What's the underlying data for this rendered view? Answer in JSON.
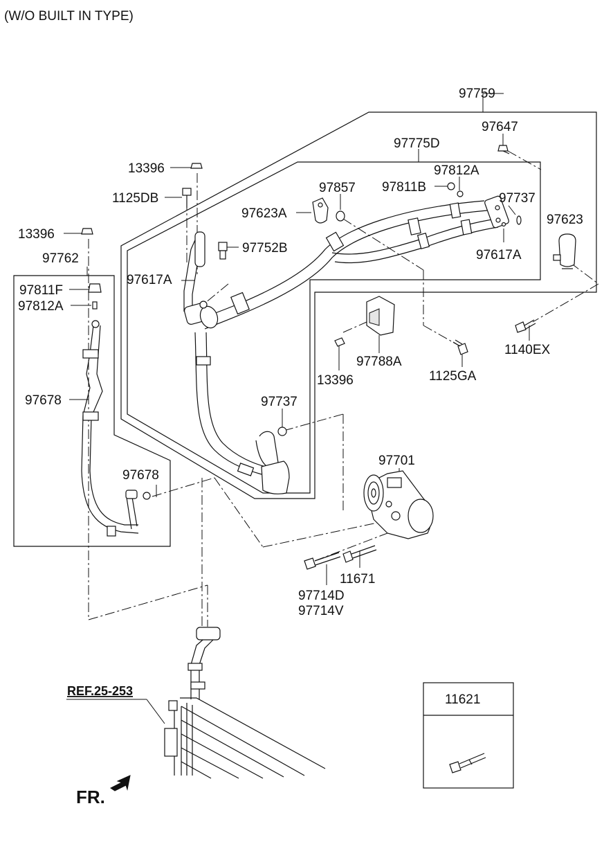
{
  "header": {
    "title": "(W/O BUILT IN TYPE)"
  },
  "labels": {
    "p97759": "97759",
    "p97647": "97647",
    "p97775D": "97775D",
    "p97812A_top": "97812A",
    "p13396_top": "13396",
    "p97857": "97857",
    "p97811B": "97811B",
    "p97737_top": "97737",
    "p1125DB": "1125DB",
    "p97623A": "97623A",
    "p97623": "97623",
    "p13396_left": "13396",
    "p97752B": "97752B",
    "p97617A_right": "97617A",
    "p97762": "97762",
    "p97617A_left": "97617A",
    "p97811F": "97811F",
    "p97812A_left": "97812A",
    "p1140EX": "1140EX",
    "p13396_mid": "13396",
    "p97788A": "97788A",
    "p1125GA": "1125GA",
    "p97678_a": "97678",
    "p97737_mid": "97737",
    "p97701": "97701",
    "p97678_b": "97678",
    "p11671": "11671",
    "p97714D": "97714D",
    "p97714V": "97714V",
    "p11621": "11621"
  },
  "ref": {
    "label": "REF.25-253"
  },
  "orientation": {
    "label": "FR."
  }
}
